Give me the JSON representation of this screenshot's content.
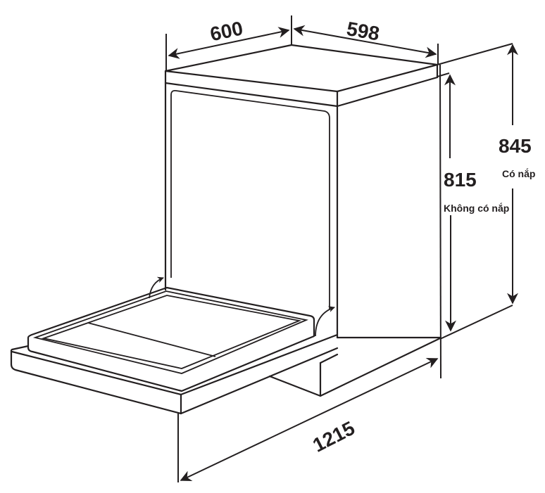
{
  "diagram": {
    "subject": "dishwasher dimension drawing",
    "units": "mm",
    "dimensions": {
      "width": {
        "value": "600"
      },
      "depth": {
        "value": "598"
      },
      "height_with_top": {
        "value": "845",
        "caption": "Có nắp"
      },
      "height_without_top": {
        "value": "815",
        "caption": "Không có nắp"
      },
      "depth_door_open": {
        "value": "1215"
      }
    },
    "colors": {
      "line": "#231f20",
      "background": "#ffffff"
    }
  }
}
